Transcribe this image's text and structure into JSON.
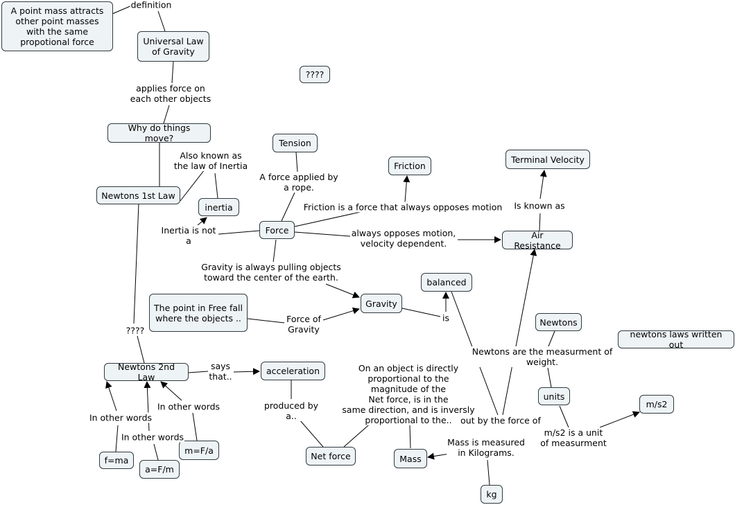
{
  "concepts": {
    "point_mass_def": "A point mass attracts other point masses with the same propotional force",
    "universal_law": "Universal Law of Gravity",
    "qq_top": "????",
    "why_move": "Why do things move?",
    "tension": "Tension",
    "friction": "Friction",
    "terminal_velocity": "Terminal Velocity",
    "newtons_1st": "Newtons 1st Law",
    "inertia": "inertia",
    "force": "Force",
    "air_resistance": "Air Resistance",
    "balanced": "balanced",
    "gravity": "Gravity",
    "free_fall_point": "The point in Free fall where the objects ..",
    "newtons_unit": "Newtons",
    "laws_written_out": "newtons laws written out",
    "newtons_2nd": "Newtons 2nd Law",
    "acceleration": "acceleration",
    "units": "units",
    "ms2": "m/s2",
    "f_ma": "f=ma",
    "a_fm": "a=F/m",
    "m_fa": "m=F/a",
    "net_force": "Net force",
    "mass": "Mass",
    "kg": "kg"
  },
  "linking_phrases": {
    "definition": "definition",
    "applies_force": "applies force on\neach other objects",
    "also_known_as": "Also known as\nthe law of Inertia",
    "applied_by_rope": "A force applied by\na rope.",
    "friction_opposes": "Friction is a force that always opposes motion",
    "is_known_as": "Is known as",
    "inertia_is_not": "Inertia is not\na",
    "always_opposes": "always opposes motion,\nvelocity dependent.",
    "gravity_pulling": "Gravity is always pulling objects\ntoward the center of the earth.",
    "force_of_gravity": "Force of\nGravity",
    "is": "is",
    "qq_mid": "????",
    "measurement_weight": "Newtons are the measurment of\nweight.",
    "says_that": "says\nthat..",
    "directly_proportional": "On an object is directly\nproportional to the\nmagnitude of the\nNet force, is in the\nsame direction, and is inversly\nproportional to the..",
    "out_by_force": "out by the force of",
    "produced_by": "produced by\na..",
    "in_other_words_1": "In other words",
    "in_other_words_2": "In other words",
    "in_other_words_3": "In other words",
    "ms2_unit": "m/s2 is a unit\nof measurment",
    "mass_measured": "Mass is measured\nin Kilograms."
  },
  "colors": {
    "node_fill": "#eef3f5",
    "node_border": "#2f3a40",
    "line": "#000000"
  }
}
